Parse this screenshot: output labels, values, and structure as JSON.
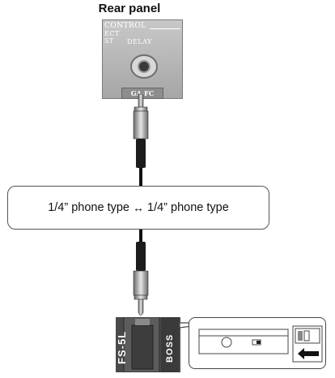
{
  "title": "Rear panel",
  "panel": {
    "control_label": "CONTROL",
    "left_labels": [
      "ECT",
      "ST"
    ],
    "delay_label": "DELAY",
    "model_label": "GA-FC"
  },
  "cable": {
    "label_left": "1/4” phone type",
    "arrow": "↔",
    "label_right": "1/4” phone type"
  },
  "footswitch": {
    "model_label": "FS-5L",
    "brand_label": "BOSS"
  },
  "colors": {
    "panel": "#b3b3b3",
    "plug": "#9a9a9a",
    "cable": "#111111",
    "pedal": "#4a4a4a"
  }
}
